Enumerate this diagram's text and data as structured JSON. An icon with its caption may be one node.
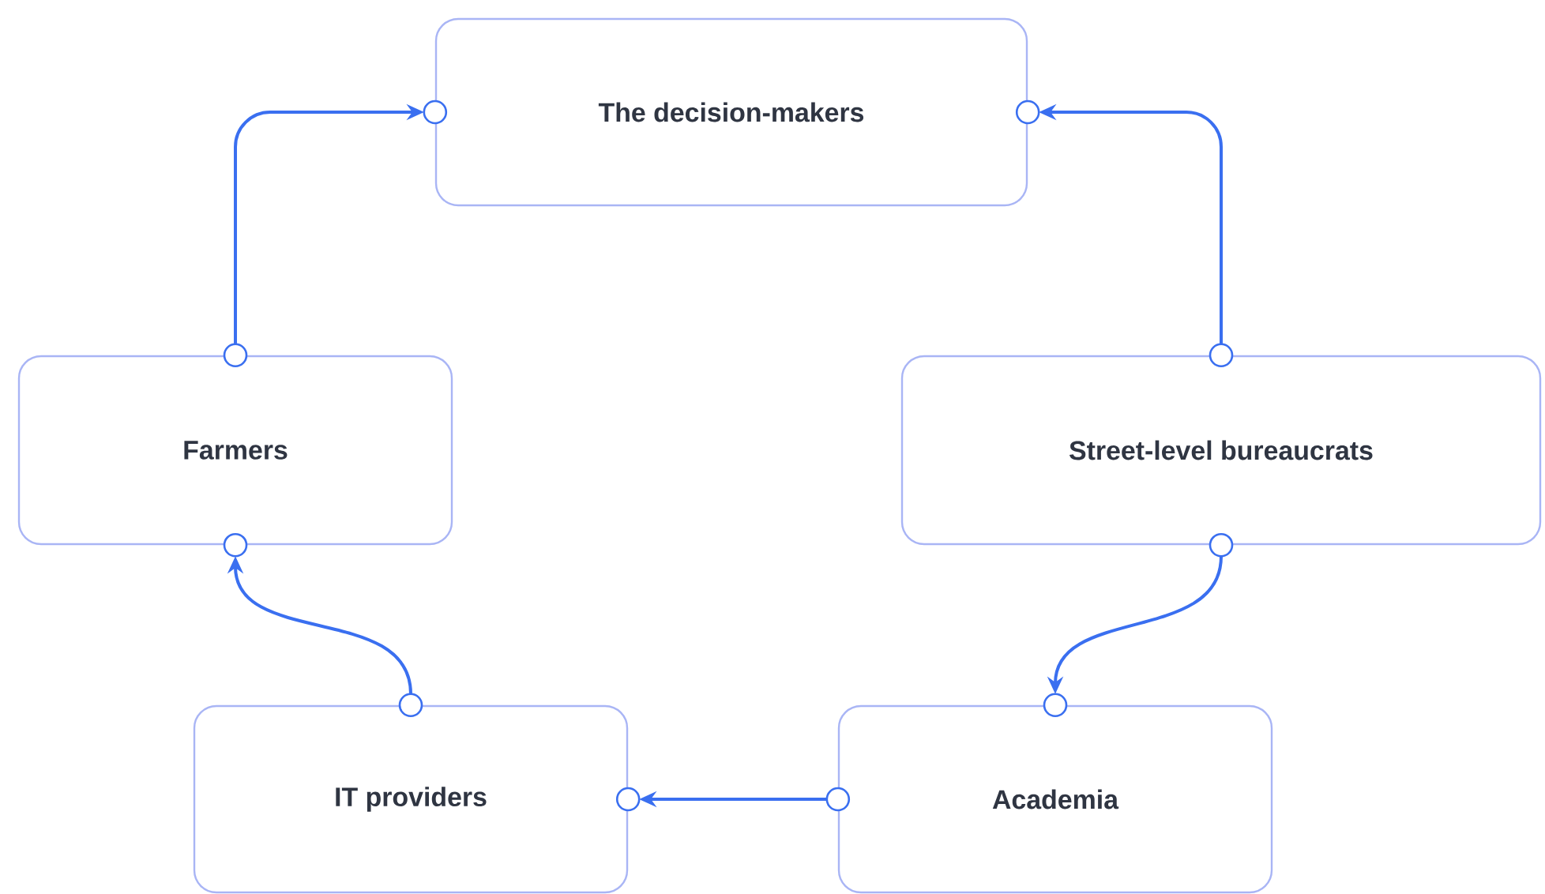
{
  "diagram": {
    "nodes": [
      {
        "text": [
          "The decision-makers"
        ]
      },
      {
        "text": [
          "Farmers"
        ]
      },
      {
        "text": [
          "Street-level bureaucrats"
        ]
      },
      {
        "text": [
          "IT providers"
        ]
      },
      {
        "text": [
          "Academia"
        ]
      }
    ],
    "edges": [
      {
        "from": 1,
        "to": 0,
        "arrow": "to"
      },
      {
        "from": 2,
        "to": 0,
        "arrow": "to"
      },
      {
        "from": 2,
        "to": 4,
        "arrow": "to"
      },
      {
        "from": 4,
        "to": 3,
        "arrow": "to"
      },
      {
        "from": 3,
        "to": 1,
        "arrow": "to"
      }
    ]
  }
}
